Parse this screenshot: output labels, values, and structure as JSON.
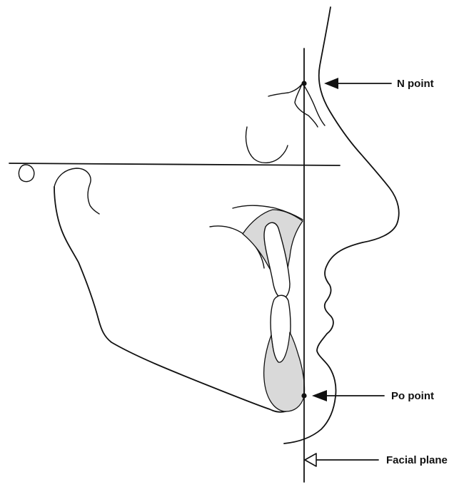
{
  "labels": {
    "n_point": "N point",
    "po_point": "Po point",
    "facial_plane": "Facial plane"
  },
  "colors": {
    "line": "#111111",
    "shading": "#d9d9d9",
    "background": "#ffffff"
  }
}
